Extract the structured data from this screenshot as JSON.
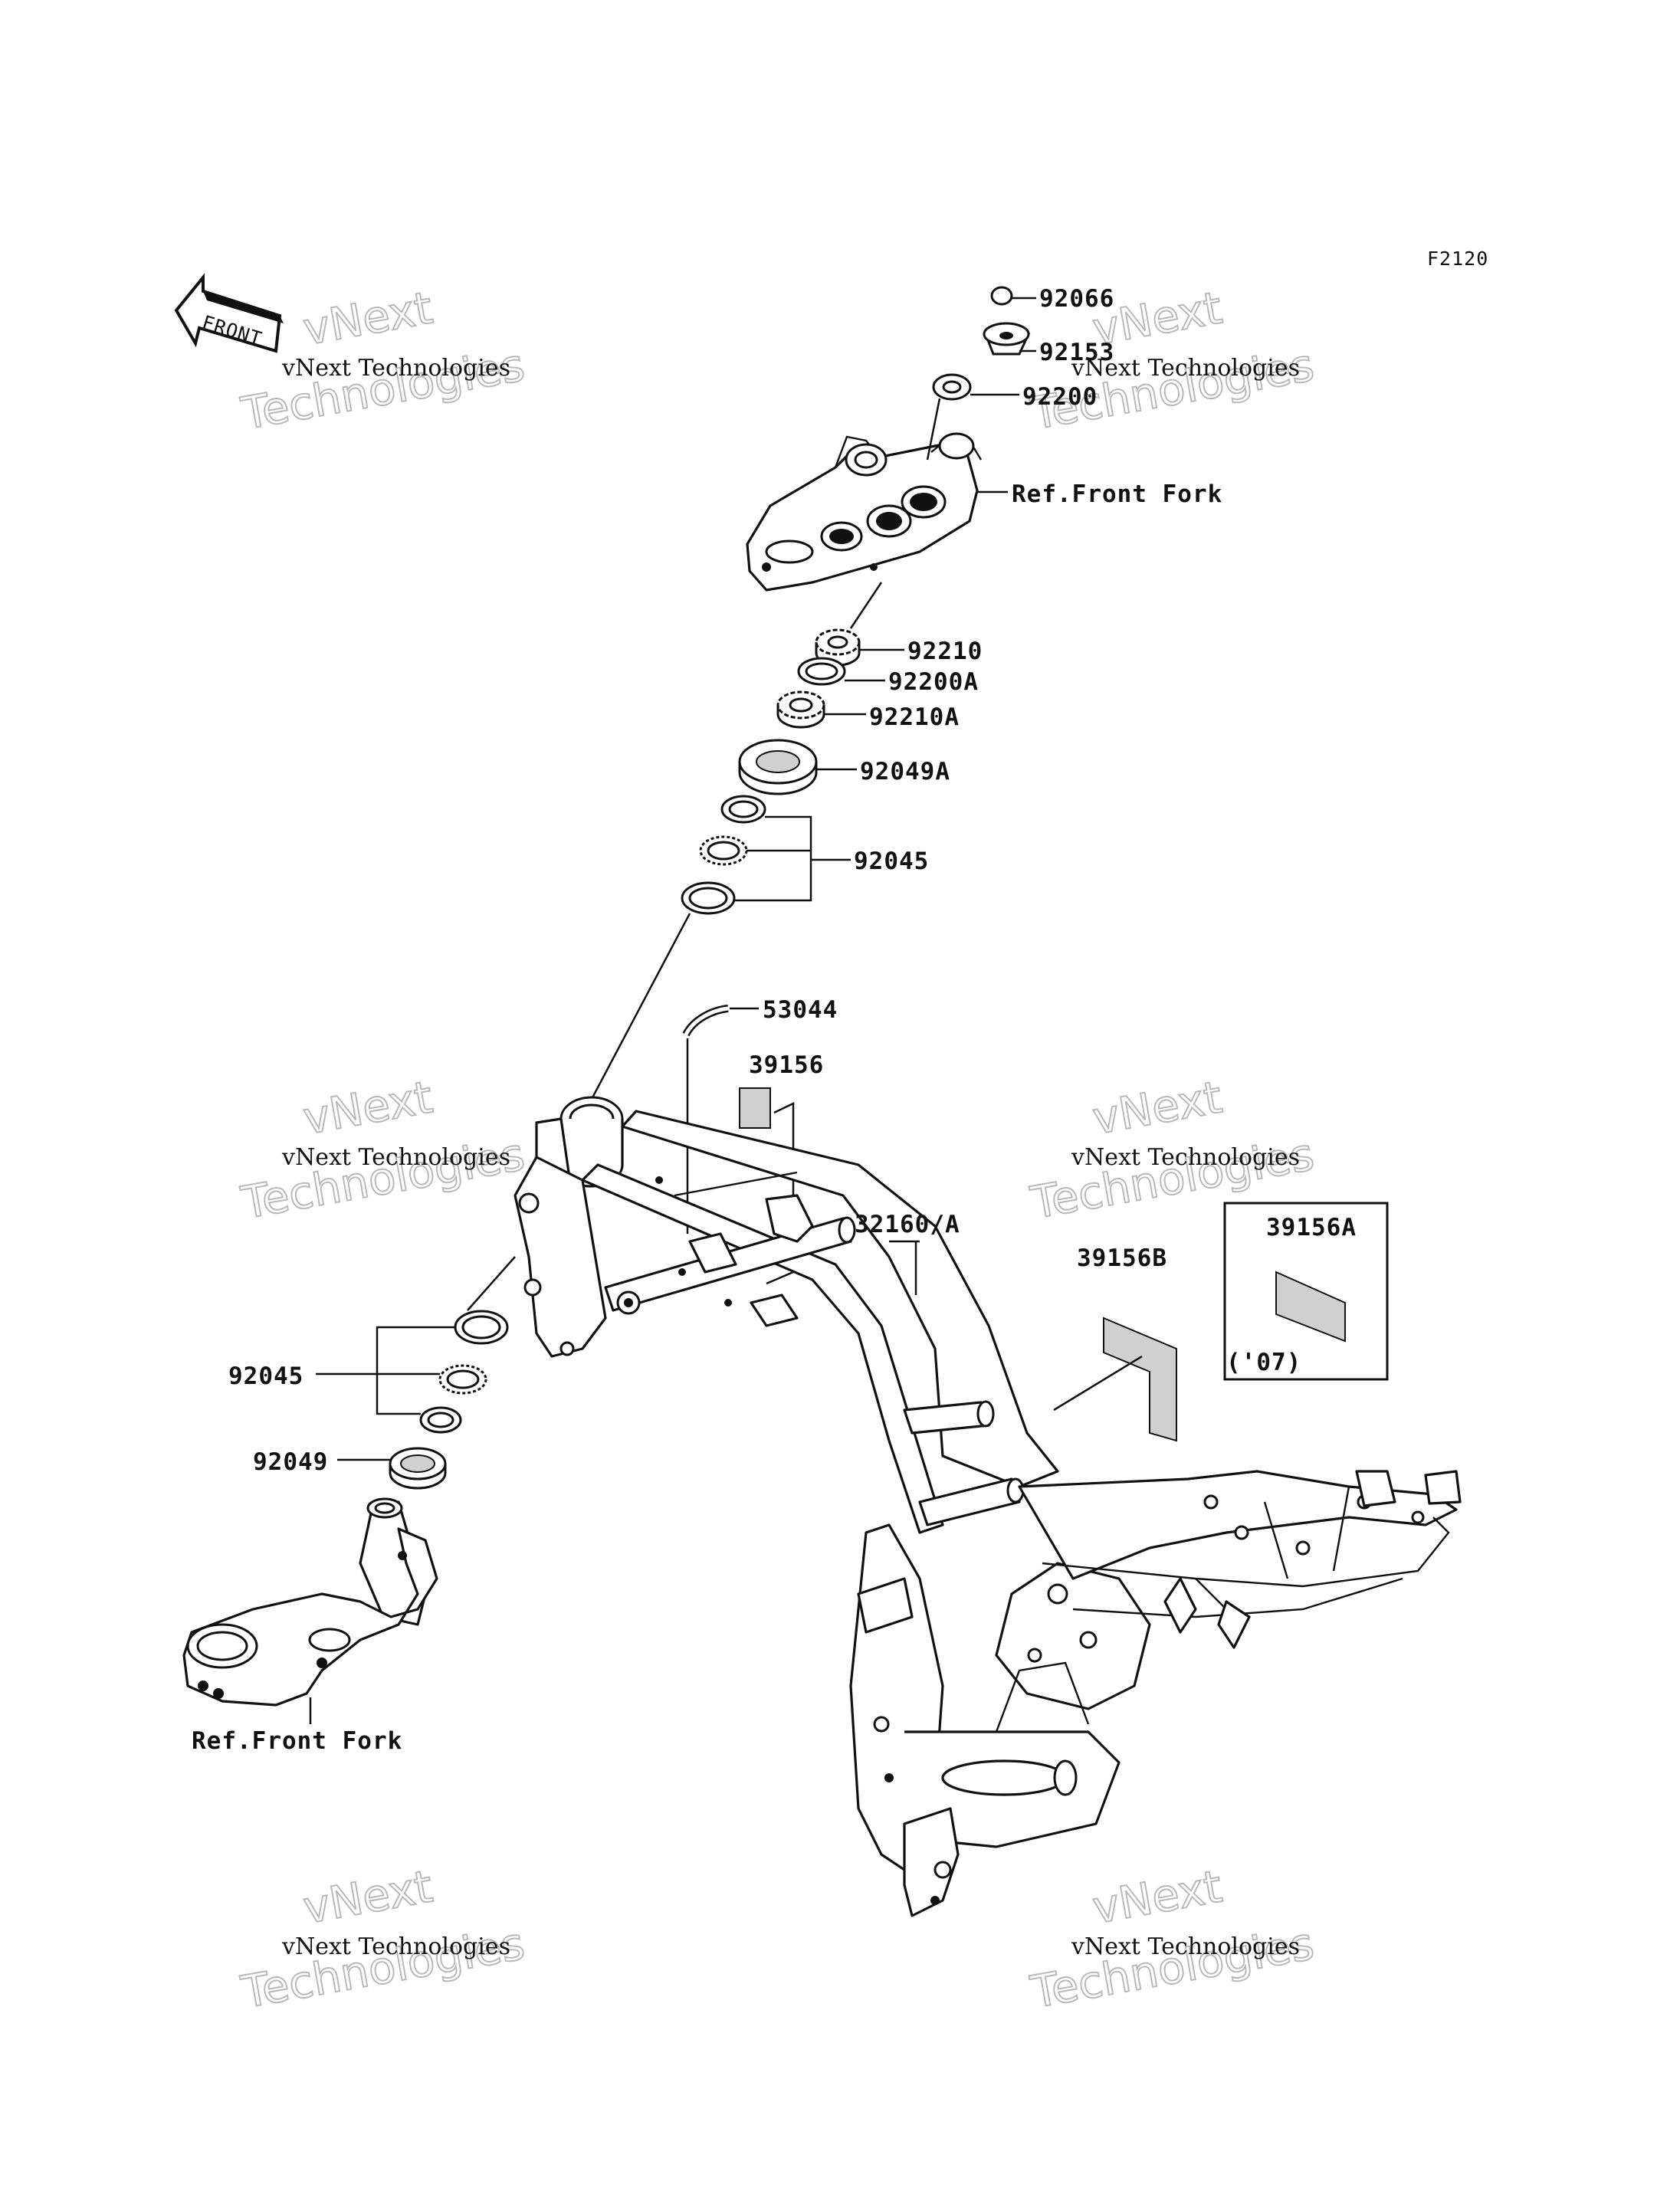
{
  "figure_code": "F2120",
  "front_label": "FRONT",
  "watermark": {
    "line1": "vNext Technologies",
    "line2": "vNext",
    "line3": "Technologies"
  },
  "labels": {
    "p92066": "92066",
    "p92153": "92153",
    "p92200": "92200",
    "ref_front_fork_upper": "Ref.Front Fork",
    "p92210": "92210",
    "p92200A": "92200A",
    "p92210A": "92210A",
    "p92049A": "92049A",
    "p92045_upper": "92045",
    "p53044": "53044",
    "p39156": "39156",
    "p32160A": "32160/A",
    "p39156B": "39156B",
    "p39156A": "39156A",
    "year_07": "('07)",
    "p92045_lower": "92045",
    "p92049": "92049",
    "ref_front_fork_lower": "Ref.Front Fork"
  }
}
